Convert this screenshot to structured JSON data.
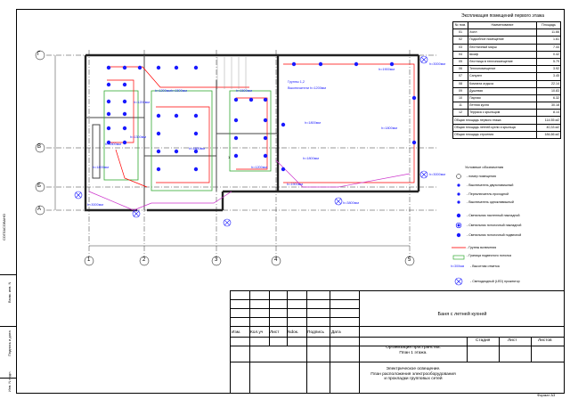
{
  "explication": {
    "title": "Экспликация помещений первого этажа",
    "headers": [
      "№ пом.",
      "Наименование",
      "Площадь"
    ],
    "rows": [
      [
        "01",
        "Холл",
        "11.66"
      ],
      [
        "02",
        "Подсобное помещение",
        "1.61"
      ],
      [
        "03",
        "Лестничный марш",
        "7.44"
      ],
      [
        "04",
        "Шкаф",
        "0.42"
      ],
      [
        "05",
        "Лестница в теплопомещение",
        "5.79"
      ],
      [
        "06",
        "Теплопомещение",
        "3.92"
      ],
      [
        "07",
        "Санузел",
        "3.45"
      ],
      [
        "08",
        "Комната отдыха",
        "22.14"
      ],
      [
        "09",
        "Душевая",
        "10.83"
      ],
      [
        "10",
        "Парная",
        "6.32"
      ],
      [
        "11",
        "Летняя кухня",
        "30.18"
      ],
      [
        "12",
        "Терраса с крыльцом",
        "8.14"
      ]
    ],
    "totals": [
      [
        "Общая площадь первого этажа",
        "114.55 м2"
      ],
      [
        "Общая площадь летней кухни и крыльца",
        "40,33 м2"
      ],
      [
        "Общая площадь строения",
        "184,66 м2"
      ]
    ]
  },
  "legend": {
    "title": "Условные обозначения",
    "items": [
      "- номер помещения",
      "- Выключатель двухклавишный",
      "- Переключатель проходной",
      "- Выключатель одноклавишный",
      "- Светильник настенный накладной",
      "- Светильник потолочный накладной",
      "- Светильник потолочный подвесной",
      "- Группы включения",
      "- Граница подвесного потолка",
      "- Высотная отметка",
      "- Светодиодный (LED) прожектор"
    ],
    "height_mark": "h=300мм"
  },
  "plan": {
    "axes_letters": [
      "Г",
      "В",
      "Б",
      "А"
    ],
    "axes_numbers": [
      "1",
      "2",
      "3",
      "4",
      "5"
    ],
    "heights": [
      "h=1800мм",
      "h=1200мм",
      "h=1500мм",
      "h=3000мм",
      "h=1300мм",
      "h=1800мм",
      "h=1200мм",
      "h=1800мм",
      "h=1500мм",
      "h=1200мм",
      "h=1900мм",
      "h=1800мм",
      "h=1800мм",
      "h=3000мм",
      "h=3000мм",
      "h=3800мм",
      "h=1900мм",
      "h=1800мм"
    ],
    "group_label": "Группы 1,2",
    "sublabel": "Выключатели h=1200мм",
    "room_num": "1"
  },
  "sidebar": {
    "sogl": "СОГЛАСОВАНО",
    "labels": [
      "Взам. инв. N",
      "Подпись и дата",
      "Инв. N подл."
    ]
  },
  "titleblock": {
    "project": "Баня с летней кухней",
    "cols": [
      "Изм.",
      "Кол.уч",
      "Лист",
      "Ndок.",
      "Подпись",
      "Дата"
    ],
    "stage_cols": [
      "Стадия",
      "Лист",
      "Листов"
    ],
    "section1": "Организация пространства.\nПлан 1 этажа.",
    "section2": "Электрическое освещение.\nПлан расположения электрооборудования\nи прокладки групповых сетей",
    "format": "Формат А3"
  },
  "colors": {
    "wall": "#222222",
    "light": "#1a1aff",
    "group": "#ff0000",
    "ceiling": "#33aa33",
    "pink": "#cc33cc",
    "axis": "#000000"
  }
}
